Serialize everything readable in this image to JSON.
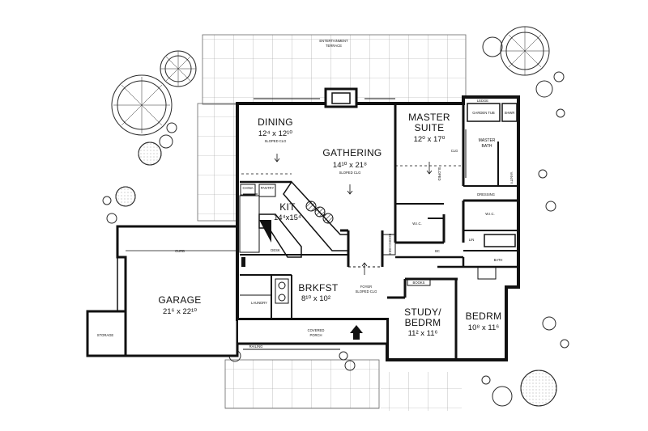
{
  "labels": {
    "entertainment": "ENTERTAINMENT",
    "terrace": "TERRACE",
    "dining": "DINING",
    "dining_dim": "12⁴ x 12¹⁰",
    "dining_note": "SLOPED CLG",
    "gathering": "GATHERING",
    "gathering_dim": "14¹⁰ x 21⁸",
    "gathering_note": "SLOPED CLG",
    "master1": "MASTER",
    "master2": "SUITE",
    "master_dim": "12⁰ x 17⁰",
    "garden_tub": "GARDEN TUB",
    "ledge": "LEDGE",
    "shower": "SHWR",
    "master_bath1": "MASTER",
    "master_bath2": "BATH",
    "dressing": "DRESSING",
    "vanity": "VANITY",
    "sloped": "SLOPED",
    "clg": "CLG",
    "wic1": "W.I.C.",
    "wic2": "W.I.C.",
    "lin": "LIN",
    "bath": "BATH",
    "china": "CHINA",
    "pantry": "PANTRY",
    "kit": "KIT",
    "kit_dim": "14⁴x15⁴",
    "desk": "DESK",
    "bookcases": "BOOKCASES",
    "brkfst": "BRKFST",
    "brkfst_dim": "8¹⁰ x 10²",
    "foyer": "FOYER",
    "foyer_note": "SLOPED CLG",
    "laundry": "LAUNDRY",
    "garage": "GARAGE",
    "garage_dim": "21⁶ x 22¹⁰",
    "curb": "CURB",
    "storage": "STORAGE",
    "covered": "COVERED",
    "porch": "PORCH",
    "railing": "RAILING",
    "books": "BOOKS",
    "study1": "STUDY/",
    "study2": "BEDRM",
    "study_dim": "11² x 11⁶",
    "bedrm": "BEDRM",
    "bedrm_dim": "10⁸ x 11⁶",
    "bc": "BC"
  },
  "colors": {
    "ink": "#111111",
    "paper": "#ffffff",
    "foliage": "#2a2a2a"
  }
}
